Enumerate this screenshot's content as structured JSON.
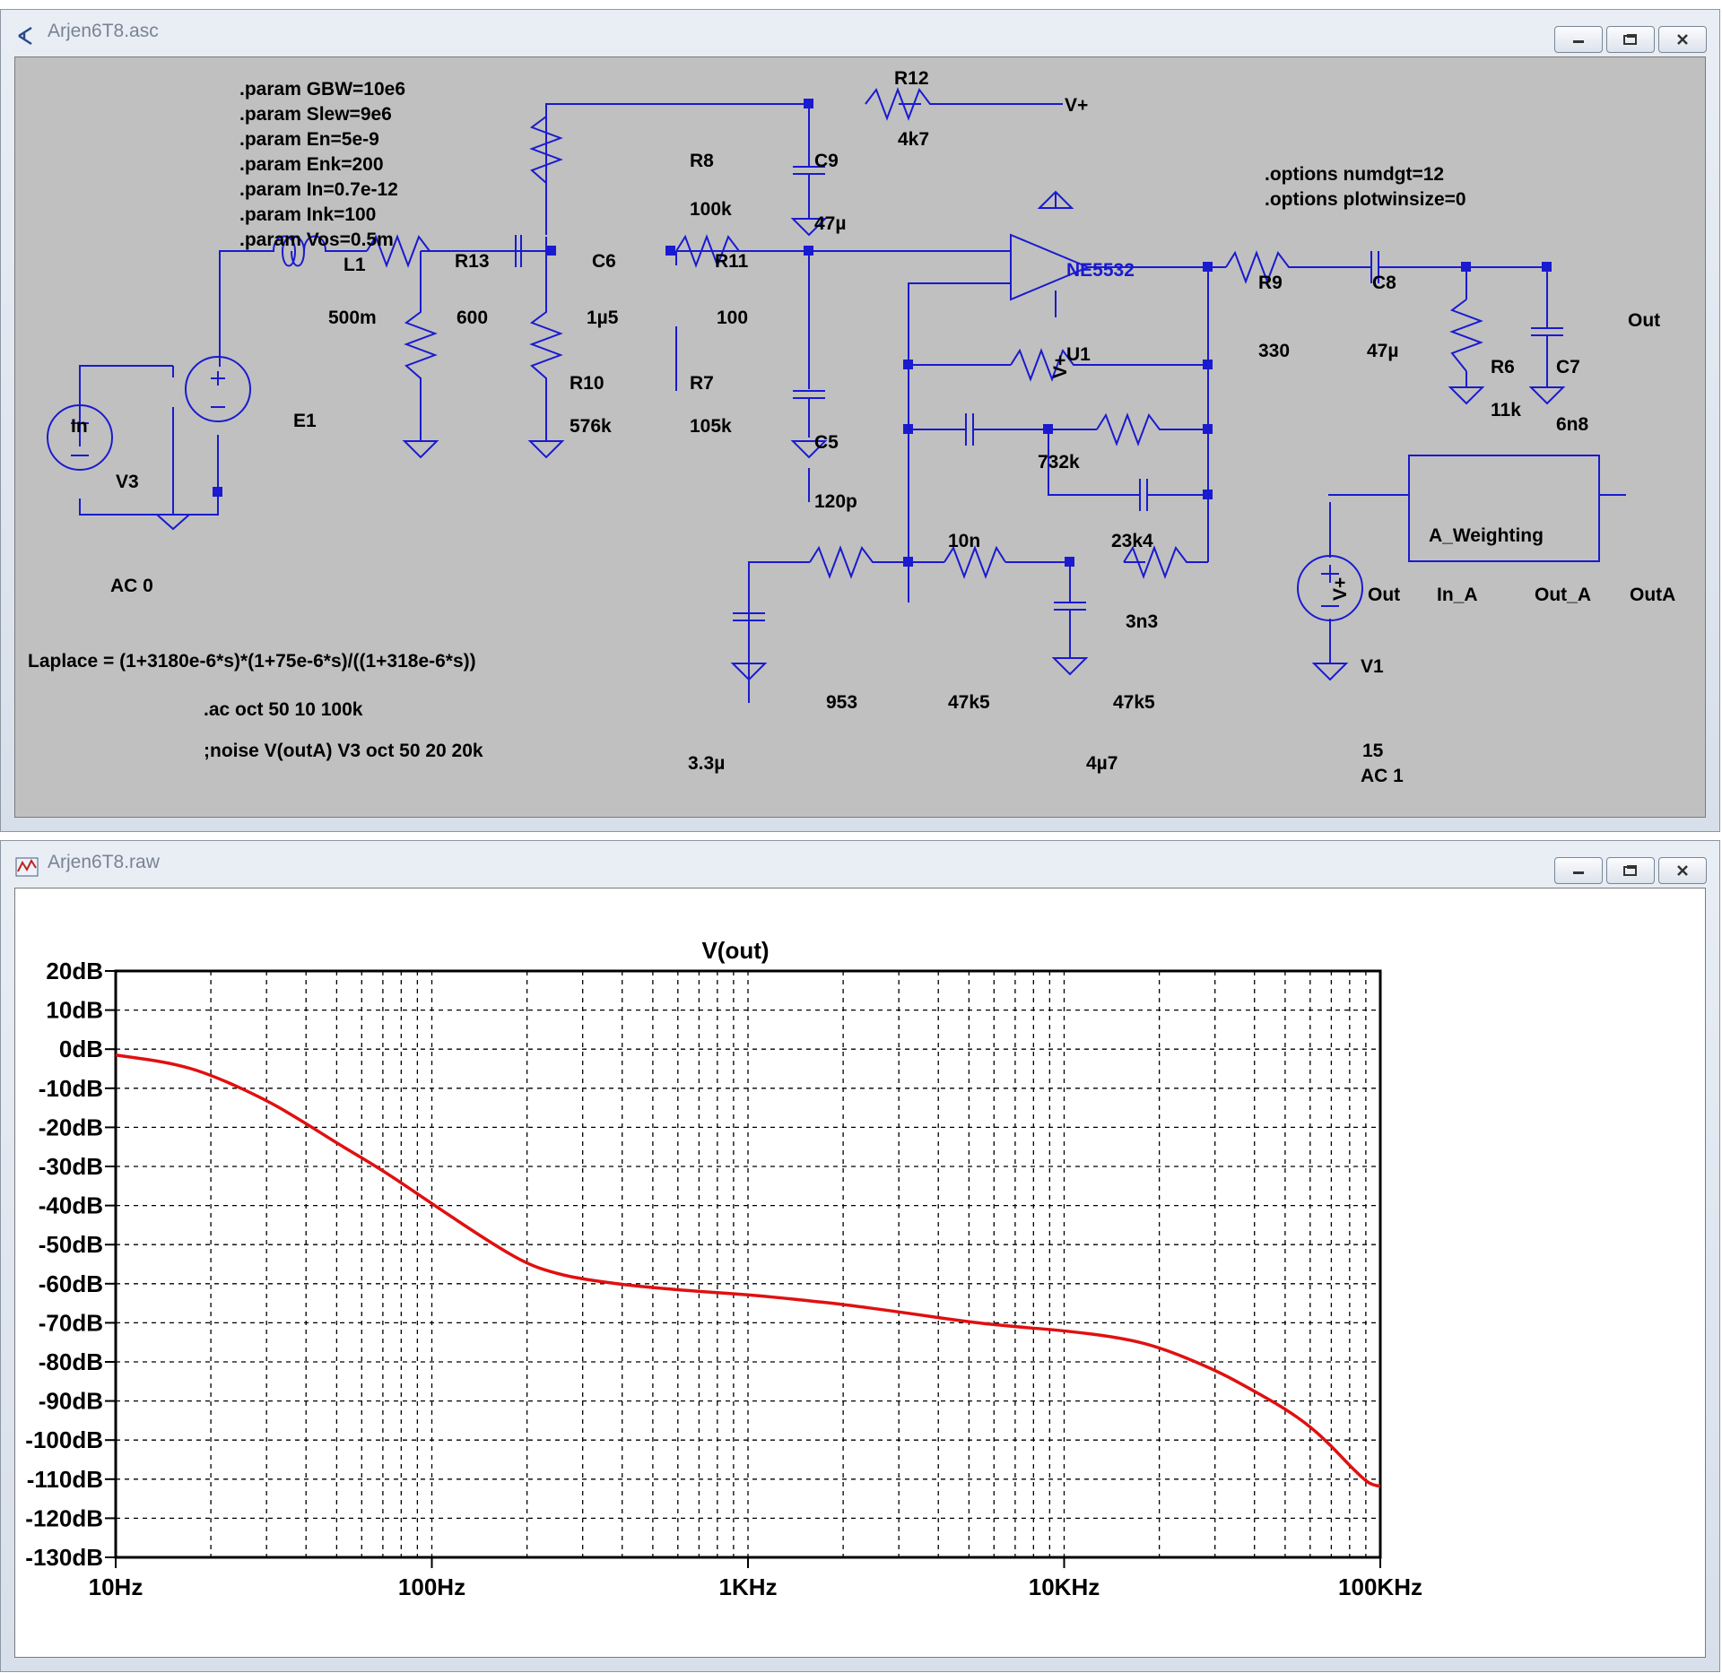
{
  "schematic_window": {
    "title": "Arjen6T8.asc",
    "directives": {
      "params": [
        ".param GBW=10e6",
        ".param Slew=9e6",
        ".param En=5e-9",
        ".param Enk=200",
        ".param In=0.7e-12",
        ".param Ink=100",
        ".param Vos=0.5m"
      ],
      "options": [
        ".options numdgt=12",
        ".options plotwinsize=0"
      ],
      "laplace": "Laplace = (1+3180e-6*s)*(1+75e-6*s)/((1+318e-6*s))",
      "ac": ".ac oct 50 10 100k",
      "noise": ";noise V(outA) V3 oct 50 20 20k"
    },
    "components": {
      "L1": {
        "name": "L1",
        "value": "500m"
      },
      "R13": {
        "name": "R13",
        "value": "600"
      },
      "C6": {
        "name": "C6",
        "value": "1µ5"
      },
      "R11": {
        "name": "R11",
        "value": "100"
      },
      "R12": {
        "name": "R12",
        "value": "4k7"
      },
      "R8": {
        "name": "R8",
        "value": "100k"
      },
      "C9": {
        "name": "C9",
        "value": "47µ"
      },
      "R10": {
        "name": "R10",
        "value": "576k"
      },
      "R7": {
        "name": "R7",
        "value": "105k"
      },
      "C5": {
        "name": "C5",
        "value": "120p"
      },
      "U1": {
        "name": "U1",
        "value": "NE5532"
      },
      "R9": {
        "name": "R9",
        "value": "330"
      },
      "C8": {
        "name": "C8",
        "value": "47µ"
      },
      "R6": {
        "name": "R6",
        "value": "11k"
      },
      "C7": {
        "name": "C7",
        "value": "6n8"
      },
      "R732": {
        "value": "732k"
      },
      "C10n": {
        "value": "10n"
      },
      "R23": {
        "value": "23k4"
      },
      "C3n3": {
        "value": "3n3"
      },
      "R953": {
        "value": "953"
      },
      "R47a": {
        "value": "47k5"
      },
      "R47b": {
        "value": "47k5"
      },
      "C3u3": {
        "value": "3.3µ"
      },
      "C4u7": {
        "value": "4µ7"
      },
      "V3": {
        "name": "V3",
        "value": "AC 0"
      },
      "E1": {
        "name": "E1"
      },
      "V1": {
        "name": "V1",
        "value": "15",
        "value2": "AC 1"
      },
      "A_Weighting": {
        "name": "A_Weighting",
        "in_pin": "In_A",
        "out_pin": "Out_A"
      }
    },
    "nets": {
      "in": "In",
      "out": "Out",
      "outA": "OutA",
      "vplus": "V+"
    }
  },
  "plot_window": {
    "title": "Arjen6T8.raw"
  },
  "chart_data": {
    "type": "line",
    "title": "V(out)",
    "xscale": "log",
    "xlim": [
      10,
      100000
    ],
    "ylim": [
      -130,
      20
    ],
    "grid": true,
    "x_tick_labels": [
      "10Hz",
      "100Hz",
      "1KHz",
      "10KHz",
      "100KHz"
    ],
    "y_tick_labels": [
      "20dB",
      "10dB",
      "0dB",
      "-10dB",
      "-20dB",
      "-30dB",
      "-40dB",
      "-50dB",
      "-60dB",
      "-70dB",
      "-80dB",
      "-90dB",
      "-100dB",
      "-110dB",
      "-120dB",
      "-130dB"
    ],
    "series": [
      {
        "name": "V(out)",
        "color": "#e01010",
        "x": [
          10,
          15,
          20,
          30,
          40,
          50,
          70,
          100,
          150,
          200,
          250,
          300,
          400,
          500,
          700,
          1000,
          1500,
          2000,
          3000,
          5000,
          7000,
          10000,
          15000,
          20000,
          30000,
          40000,
          50000,
          60000,
          70000,
          80000,
          90000,
          95000,
          100000
        ],
        "y": [
          -1.5,
          -3.5,
          -6.5,
          -13,
          -19,
          -24,
          -31,
          -39.5,
          -49,
          -55,
          -57.5,
          -58.8,
          -60.2,
          -61,
          -62,
          -62.8,
          -64.2,
          -65.3,
          -67.2,
          -69.8,
          -71.0,
          -72.0,
          -73.8,
          -76.2,
          -82,
          -87.5,
          -92,
          -96.5,
          -101.5,
          -106.5,
          -110.5,
          -111.5,
          -111.8
        ]
      }
    ]
  }
}
